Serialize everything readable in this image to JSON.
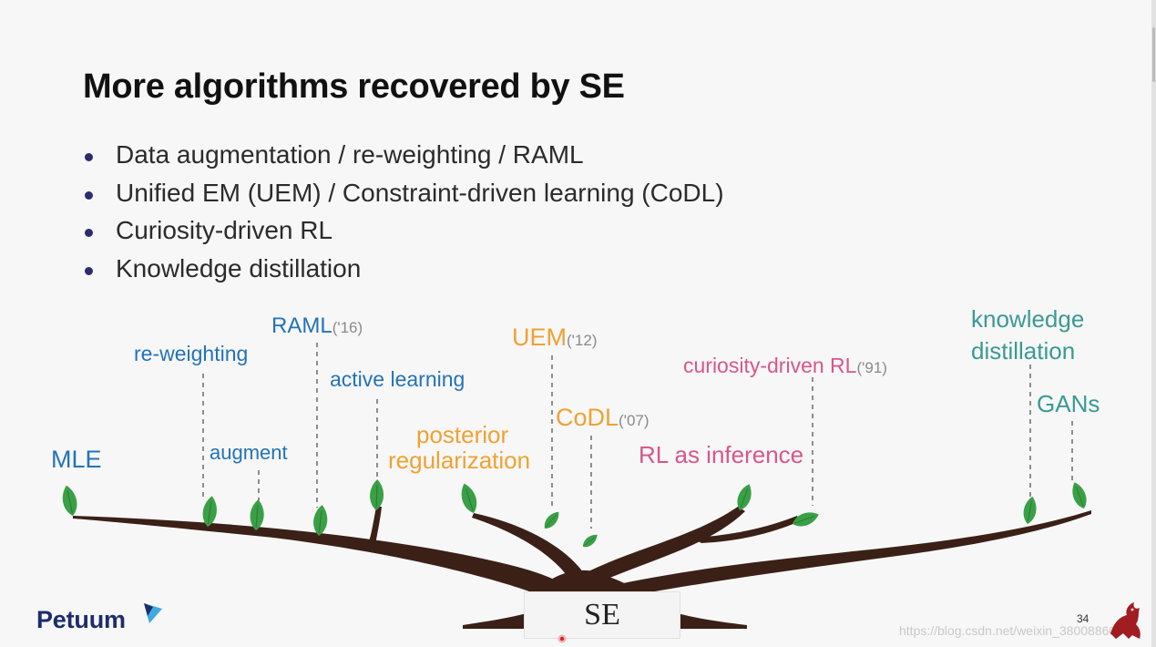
{
  "slide": {
    "title": "More algorithms recovered by SE",
    "bullets": [
      "Data augmentation / re-weighting / RAML",
      "Unified EM (UEM) / Constraint-driven learning (CoDL)",
      "Curiosity-driven RL",
      "Knowledge distillation"
    ]
  },
  "tree": {
    "root_label": "SE",
    "labels": {
      "mle": "MLE",
      "reweighting": "re-weighting",
      "augment": "augment",
      "raml": "RAML",
      "raml_year": "('16)",
      "active_learning": "active learning",
      "posterior_reg_line1": "posterior",
      "posterior_reg_line2": "regularization",
      "uem": "UEM",
      "uem_year": "('12)",
      "codl": "CoDL",
      "codl_year": "('07)",
      "curiosity": "curiosity-driven RL",
      "curiosity_year": "('91)",
      "rl_inference": "RL as inference",
      "kd_line1": "knowledge",
      "kd_line2": "distillation",
      "gans": "GANs"
    },
    "colors": {
      "blue": "#2373b7",
      "orange": "#f0a132",
      "pink": "#d7578b",
      "teal": "#3a9a93",
      "branch": "#3a2016",
      "leaf": "#3aa046"
    }
  },
  "footer": {
    "logo_text": "Petuum",
    "page_number": "34",
    "watermark": "https://blog.csdn.net/weixin_38008860"
  }
}
